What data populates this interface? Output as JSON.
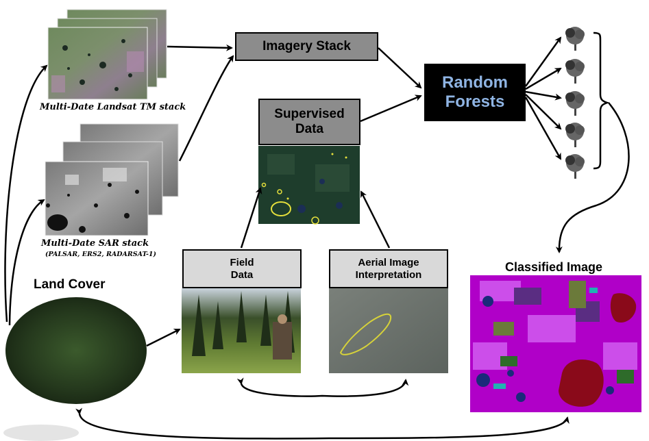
{
  "boxes": {
    "imagery_stack": "Imagery Stack",
    "supervised_data": "Supervised\nData",
    "random_forests": "Random\nForests",
    "field_data": "Field\nData",
    "aerial_interpretation": "Aerial Image\nInterpretation"
  },
  "captions": {
    "landsat": "Multi-Date Landsat TM stack",
    "sar": "Multi-Date SAR stack",
    "sar_sub": "(PALSAR, ERS2, RADARSAT-1)"
  },
  "labels": {
    "land_cover": "Land Cover",
    "classified": "Classified Image"
  },
  "colors": {
    "box_gray": "#8c8c8c",
    "box_light": "#d9d9d9",
    "rf_bg": "#000000",
    "rf_text": "#8fb4e3"
  },
  "icons": {
    "tree": "tree-icon"
  }
}
